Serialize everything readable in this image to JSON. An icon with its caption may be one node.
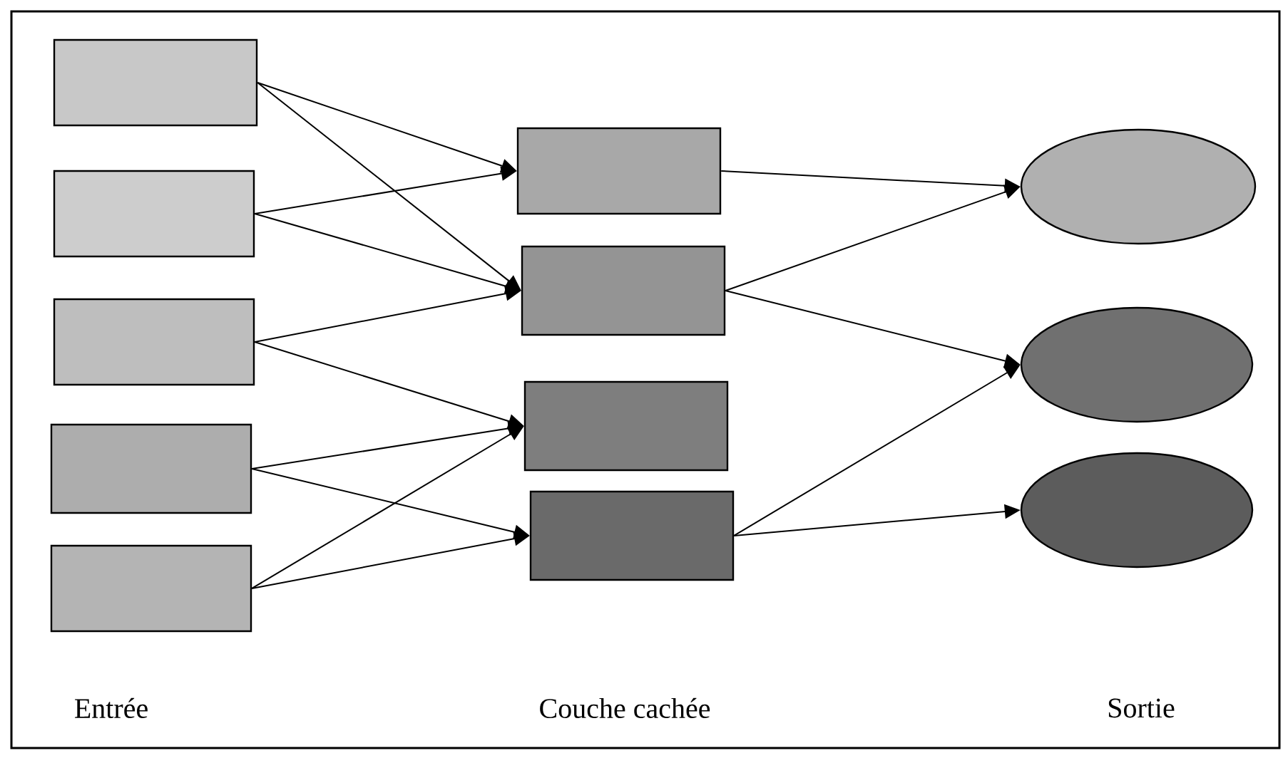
{
  "diagram": {
    "nodes": [
      {
        "text": [],
        "shape": "box"
      },
      {
        "text": [],
        "shape": "box"
      },
      {
        "text": [],
        "shape": "box"
      },
      {
        "text": [],
        "shape": "box"
      },
      {
        "text": [],
        "shape": "box"
      },
      {
        "text": [],
        "shape": "box"
      },
      {
        "text": [],
        "shape": "box"
      },
      {
        "text": [],
        "shape": "box"
      },
      {
        "text": [],
        "shape": "box"
      },
      {
        "text": [],
        "shape": "ellipse"
      },
      {
        "text": [],
        "shape": "ellipse"
      },
      {
        "text": [],
        "shape": "ellipse"
      }
    ],
    "edges": [
      {
        "from": 0,
        "to": 5,
        "arrow": "to"
      },
      {
        "from": 0,
        "to": 6,
        "arrow": "to"
      },
      {
        "from": 1,
        "to": 5,
        "arrow": "to"
      },
      {
        "from": 1,
        "to": 6,
        "arrow": "to"
      },
      {
        "from": 2,
        "to": 6,
        "arrow": "to"
      },
      {
        "from": 2,
        "to": 7,
        "arrow": "to"
      },
      {
        "from": 3,
        "to": 7,
        "arrow": "to"
      },
      {
        "from": 3,
        "to": 8,
        "arrow": "to"
      },
      {
        "from": 4,
        "to": 7,
        "arrow": "to"
      },
      {
        "from": 4,
        "to": 8,
        "arrow": "to"
      },
      {
        "from": 5,
        "to": 9,
        "arrow": "to"
      },
      {
        "from": 6,
        "to": 9,
        "arrow": "to"
      },
      {
        "from": 6,
        "to": 10,
        "arrow": "to"
      },
      {
        "from": 8,
        "to": 10,
        "arrow": "to"
      },
      {
        "from": 8,
        "to": 11,
        "arrow": "to"
      }
    ],
    "labels": [
      "Entrée",
      "Couche cachée",
      "Sortie"
    ]
  }
}
